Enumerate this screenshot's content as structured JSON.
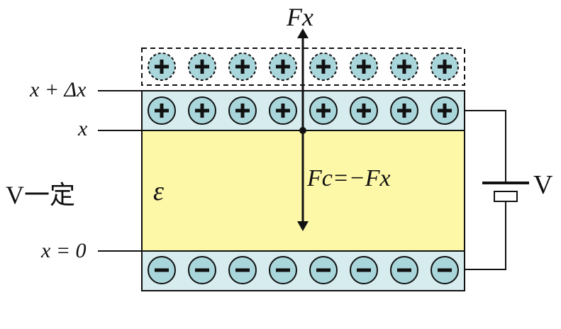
{
  "labels": {
    "force_top": "Fx",
    "force_bottom": "Fc=−Fx",
    "level_x_plus_dx": "x + Δx",
    "level_x": "x",
    "level_x0": "x = 0",
    "permittivity": "ε",
    "constant_voltage": "V一定",
    "voltage": "V"
  },
  "plates": {
    "plus_count": 8,
    "minus_count": 8,
    "plus_symbol": "+",
    "minus_symbol": "−"
  },
  "colors": {
    "plate_fill": "#d6ecee",
    "charge_fill": "#a9d6db",
    "dielectric_fill": "#fdf7a8",
    "line": "#111111"
  }
}
